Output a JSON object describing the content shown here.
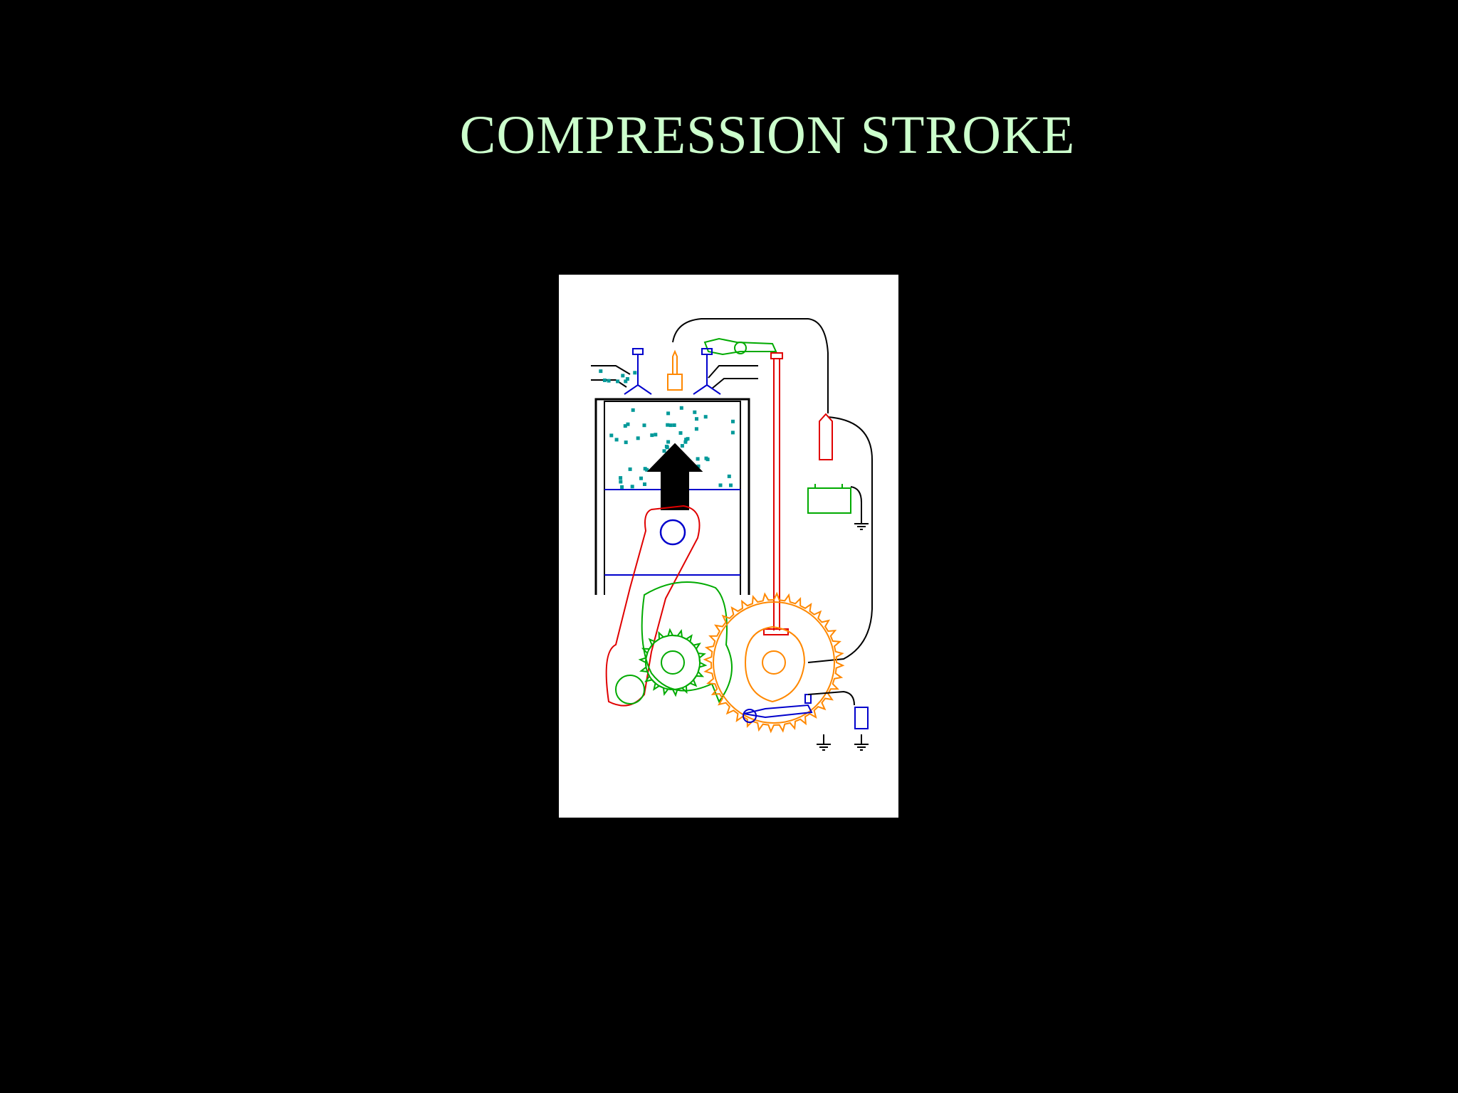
{
  "slide": {
    "title": "COMPRESSION STROKE"
  },
  "diagram": {
    "kind": "four-stroke engine animation frame",
    "stroke_direction": "up",
    "panel_background": "#ffffff"
  },
  "colors": {
    "background": "#000000",
    "title_text": "#ccffcc",
    "cylinder_outline": "#000000",
    "piston_lines": "#0000cc",
    "connecting_rod": "#e00000",
    "camshaft_gear": "#ff8800",
    "crank_gear": "#00aa00",
    "fuel_particles": "#009999",
    "spark_plug": "#ff8800",
    "direction_arrow": "#000000",
    "battery": "#00aa00",
    "rocker_arm": "#00aa00",
    "points": "#0000cc"
  },
  "icons": {
    "arrow": "up-arrow-icon",
    "ground": "ground-icon"
  }
}
